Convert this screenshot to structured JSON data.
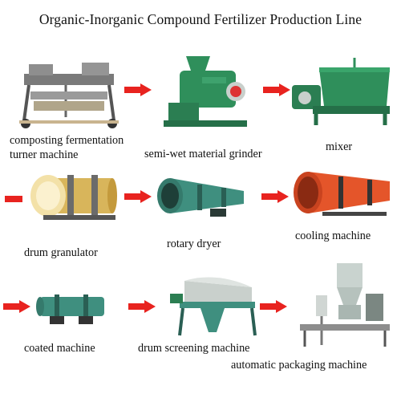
{
  "title": "Organic-Inorganic Compound Fertilizer Production Line",
  "machines": [
    {
      "label_line1": "composting fermentation",
      "label_line2": "turner machine"
    },
    {
      "label": "semi-wet material grinder"
    },
    {
      "label": "mixer"
    },
    {
      "label": "drum granulator"
    },
    {
      "label": "rotary dryer"
    },
    {
      "label": "cooling machine"
    },
    {
      "label": "coated machine"
    },
    {
      "label": "drum screening machine"
    },
    {
      "label": "automatic packaging machine"
    }
  ],
  "colors": {
    "arrow": "#e8231f",
    "machine_green": "#2f8f5b",
    "dryer_teal": "#3f8f7f",
    "cooler_orange": "#e4552a",
    "granulator_cream": "#f3e1a8",
    "frame_gray": "#6b6b6b"
  },
  "icons": [
    "arrow-right-icon"
  ]
}
